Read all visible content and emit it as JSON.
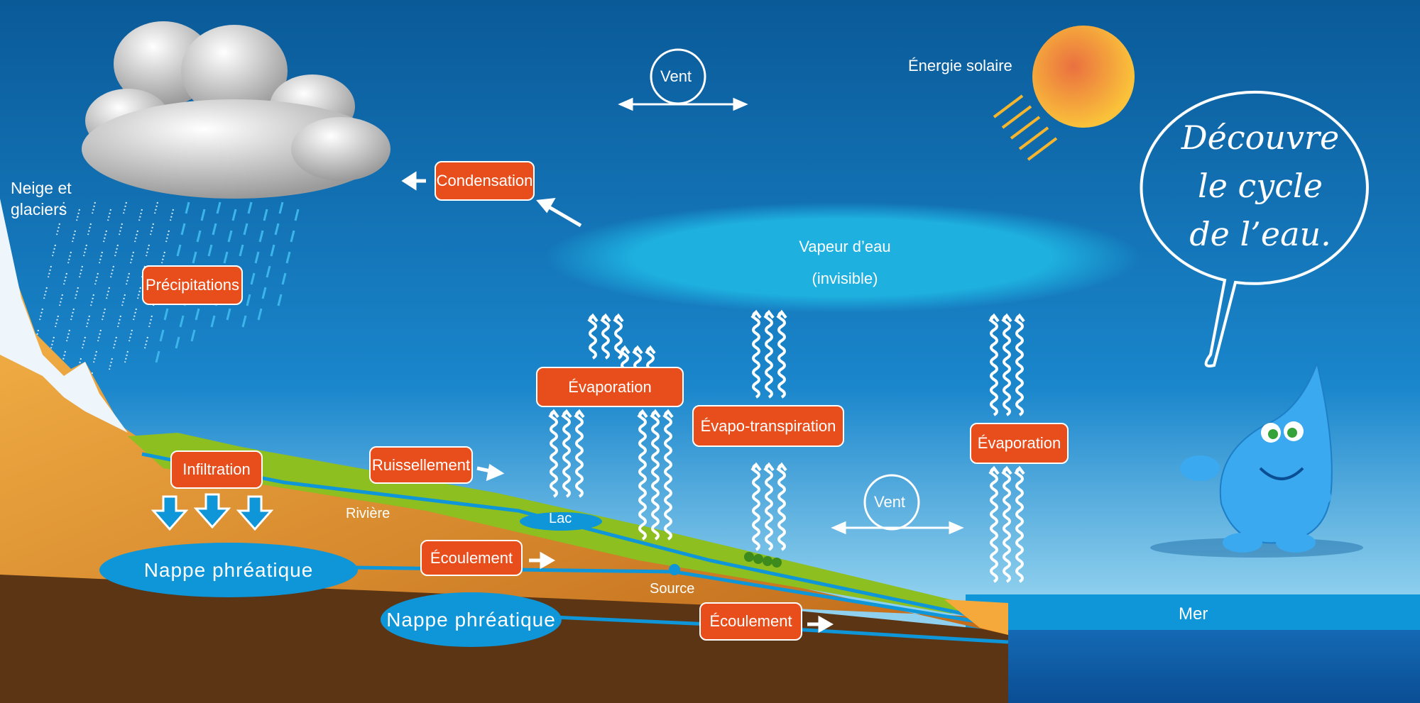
{
  "labels": {
    "neige": "Neige et glaciers",
    "condensation": "Condensation",
    "vent_top": "Vent",
    "vent_bottom": "Vent",
    "energie": "Énergie solaire",
    "vapeur_line1": "Vapeur d’eau",
    "vapeur_line2": "(invisible)",
    "precipitations": "Précipitations",
    "evaporation_lake": "Évaporation",
    "evapo_transpiration": "Évapo-transpiration",
    "evaporation_sea": "Évaporation",
    "infiltration": "Infiltration",
    "ruissellement": "Ruissellement",
    "riviere": "Rivière",
    "lac": "Lac",
    "ecoulement_1": "Écoulement",
    "ecoulement_2": "Écoulement",
    "source": "Source",
    "nappe_1": "Nappe phréatique",
    "nappe_2": "Nappe phréatique",
    "mer": "Mer"
  },
  "bubble": {
    "line1": "Découvre",
    "line2": "le cycle",
    "line3": "de l’eau."
  },
  "colors": {
    "label_box": "#e84e1b",
    "sky_top": "#0a5a98",
    "sky_bottom": "#8fd0ee",
    "water": "#0e96d8",
    "ground": "#5b3514",
    "grass": "#8cbf1f",
    "sand": "#f4a93a"
  }
}
